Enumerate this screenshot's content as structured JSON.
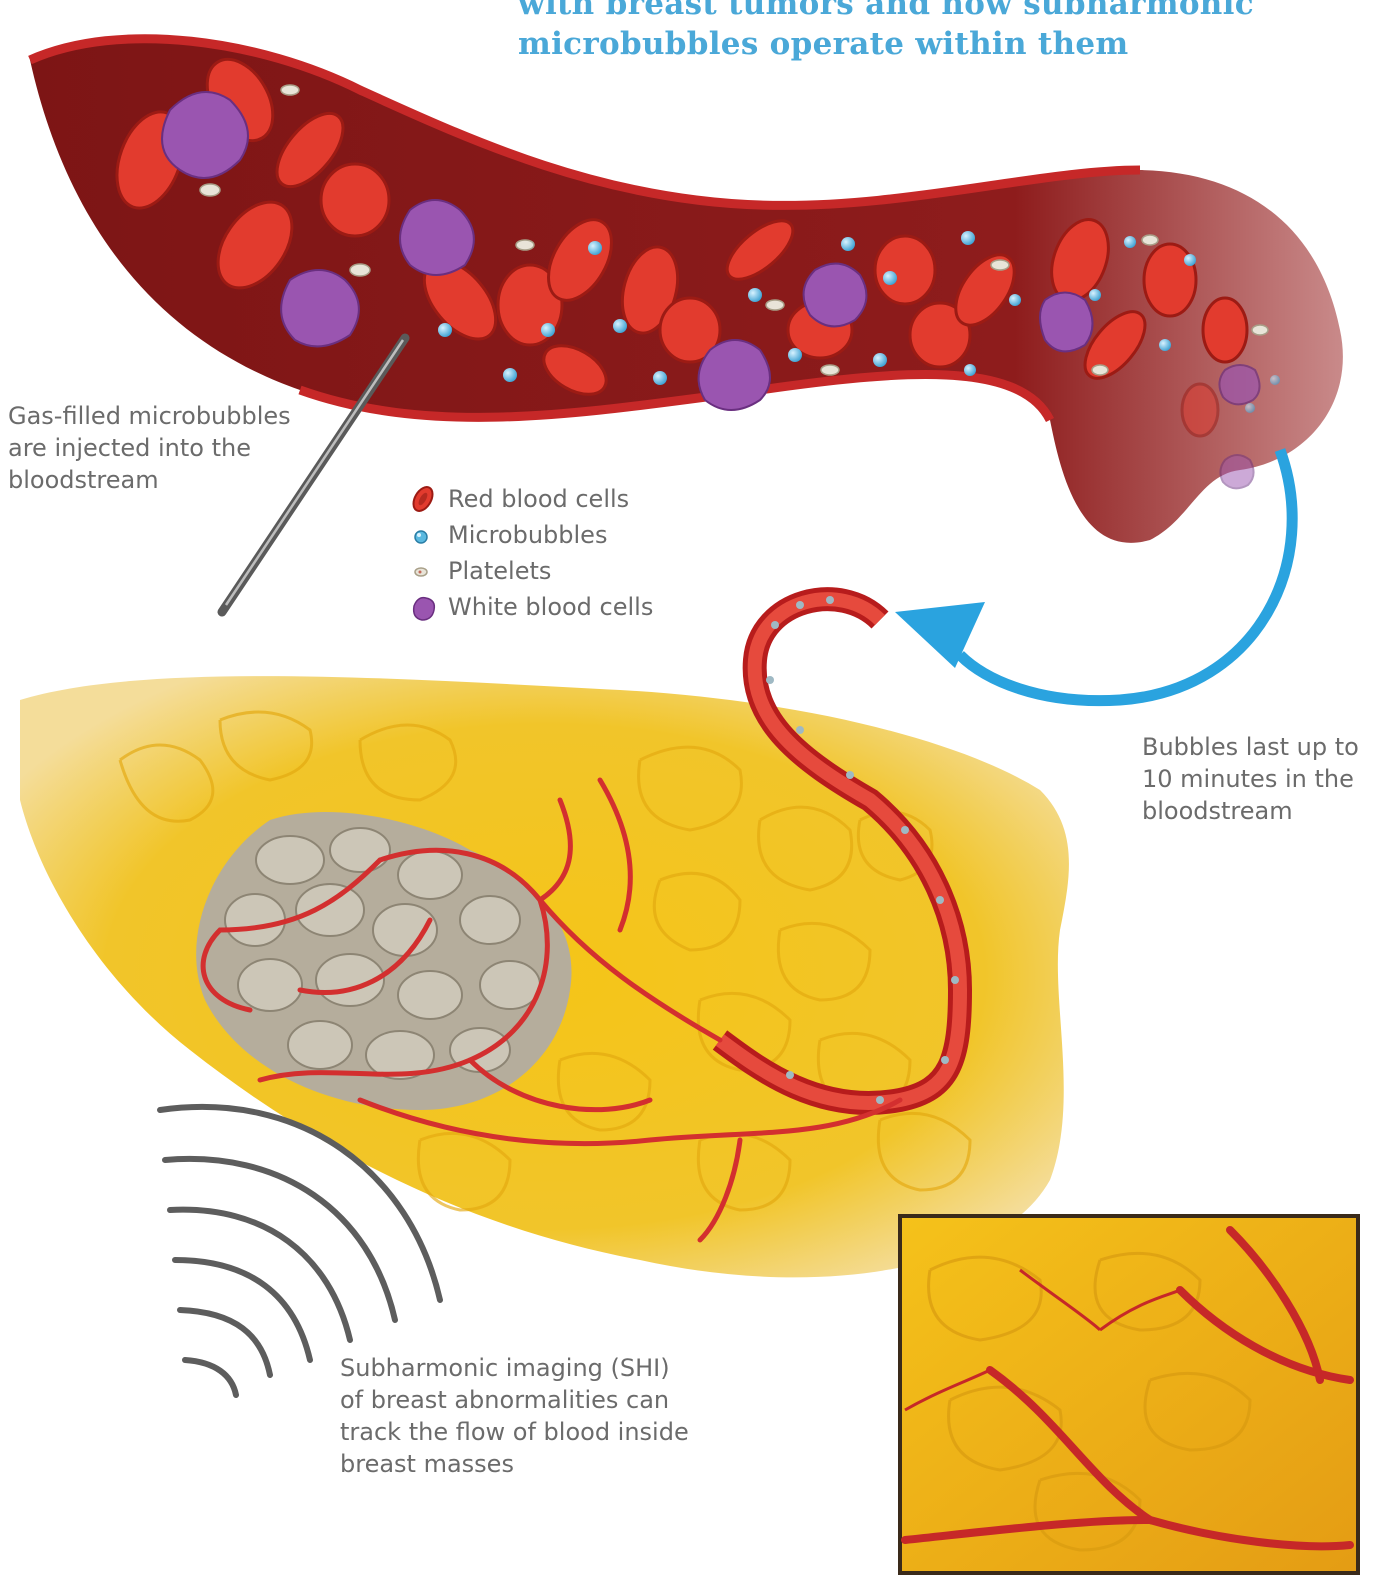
{
  "header": {
    "title_lines": [
      "with breast tumors and how subharmonic",
      "microbubbles operate within them"
    ]
  },
  "captions": {
    "injection": [
      "Gas-filled microbubbles",
      "are injected into the",
      "bloodstream"
    ],
    "duration": [
      "Bubbles last up to",
      "10 minutes in the",
      "bloodstream"
    ],
    "imaging": [
      "Subharmonic imaging (SHI)",
      "of breast abnormalities can",
      "track the flow of blood inside",
      "breast masses"
    ]
  },
  "legend": {
    "items": [
      {
        "label": "Red blood cells",
        "icon": "red-blood-cell-icon"
      },
      {
        "label": "Microbubbles",
        "icon": "microbubble-icon"
      },
      {
        "label": "Platelets",
        "icon": "platelet-icon"
      },
      {
        "label": "White blood cells",
        "icon": "white-blood-cell-icon"
      }
    ]
  },
  "colors": {
    "title": "#4aa8d8",
    "vessel": "#8e1c1c",
    "vessel_wall": "#c62828",
    "red_cell": "#e23b2e",
    "microbubble": "#5ab9e0",
    "white_cell": "#9a55b0",
    "fat_tissue": "#f2c21c",
    "tumor": "#b5ad9c",
    "arrow": "#2aa3df",
    "caption_text": "#6b6b6b"
  }
}
